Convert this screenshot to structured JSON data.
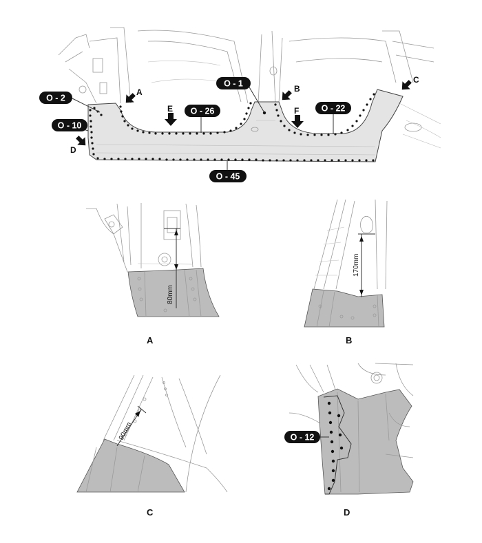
{
  "callouts": {
    "o1": "O - 1",
    "o2": "O - 2",
    "o10": "O - 10",
    "o26": "O - 26",
    "o22": "O - 22",
    "o45": "O - 45",
    "o12": "O - 12"
  },
  "markers": {
    "a": "A",
    "b": "B",
    "c": "C",
    "d": "D",
    "e": "E",
    "f": "F"
  },
  "captions": {
    "a": "A",
    "b": "B",
    "c": "C",
    "d": "D"
  },
  "dimensions": {
    "a": "80mm",
    "b": "170mm",
    "c": "90mm"
  },
  "colors": {
    "cut_region": "#bcbcbc",
    "weld_dot": "#111111",
    "callout_fill": "#111111"
  }
}
